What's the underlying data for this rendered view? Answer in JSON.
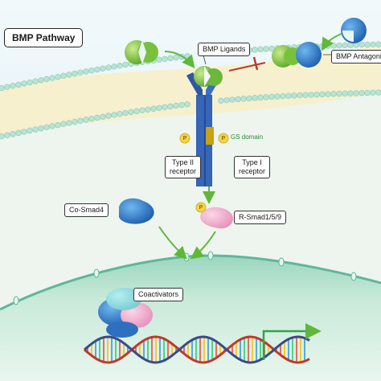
{
  "title": "BMP Pathway",
  "labels": {
    "bmp_ligands": "BMP Ligands",
    "bmp_antagonist": "BMP Antagonist",
    "gs_domain": "GS domain",
    "type2_line1": "Type II",
    "type2_line2": "receptor",
    "type1_line1": "Type I",
    "type1_line2": "receptor",
    "co_smad4": "Co-Smad4",
    "r_smad": "R-Smad1/5/9",
    "coactivators": "Coactivators",
    "p": "P"
  },
  "colors": {
    "sky_top": "#dff0f5",
    "membrane_head": "#b9e3d4",
    "cytoplasm": "#eaf3ec",
    "nucleus": "#8fd0b8",
    "receptor": "#2e57a5",
    "gs_domain": "#c7a216",
    "phosphate": "#f2d44a",
    "ligand_green": "#7cc93b",
    "antagonist_blue": "#2c7bd0",
    "co_smad4": "#4a8ad8",
    "r_smad": "#f0a6c8",
    "arrow_green": "#5fb83a",
    "inhibit_red": "#c0392b",
    "dna_strand_a": "#c0392b",
    "dna_strand_b": "#3b4a8a"
  }
}
